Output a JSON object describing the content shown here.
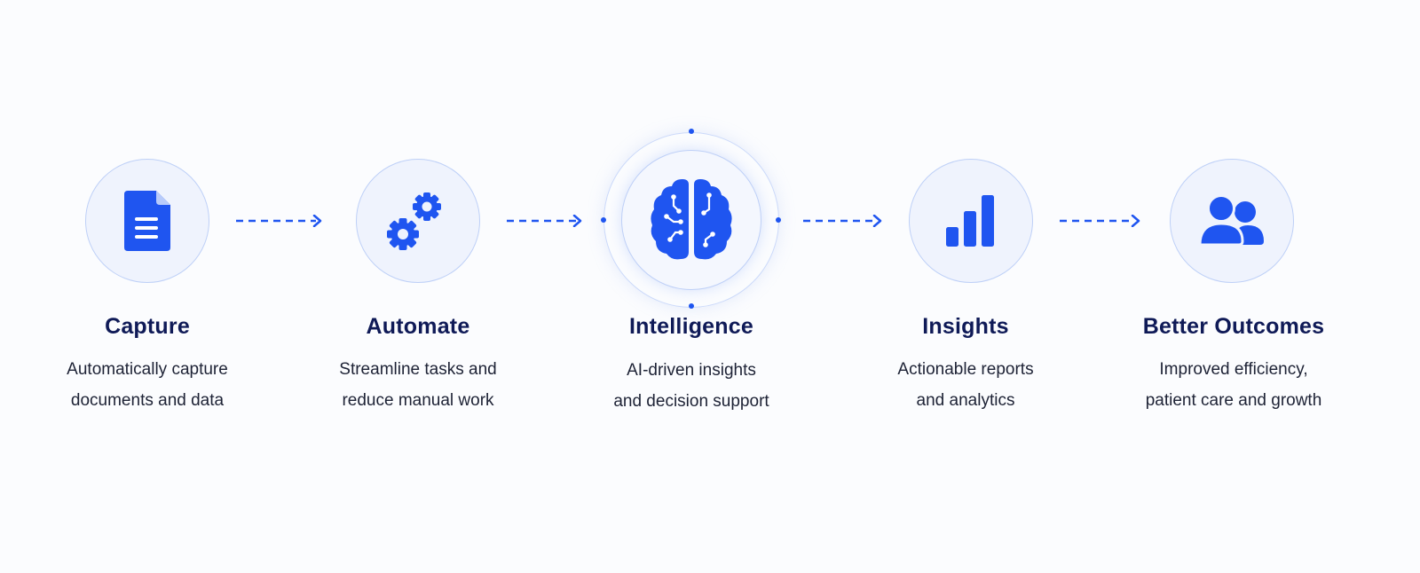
{
  "accent_color": "#1f55f0",
  "title_color": "#0f1a57",
  "steps": [
    {
      "title": "Capture",
      "desc_line1": "Automatically capture",
      "desc_line2": "documents and data",
      "icon": "document-icon"
    },
    {
      "title": "Automate",
      "desc_line1": "Streamline tasks and",
      "desc_line2": "reduce manual work",
      "icon": "gears-icon"
    },
    {
      "title": "Intelligence",
      "desc_line1": "AI-driven insights",
      "desc_line2": "and decision support",
      "icon": "brain-icon"
    },
    {
      "title": "Insights",
      "desc_line1": "Actionable reports",
      "desc_line2": "and analytics",
      "icon": "bar-chart-icon"
    },
    {
      "title": "Better Outcomes",
      "desc_line1": "Improved efficiency,",
      "desc_line2": "patient care and growth",
      "icon": "users-icon"
    }
  ]
}
